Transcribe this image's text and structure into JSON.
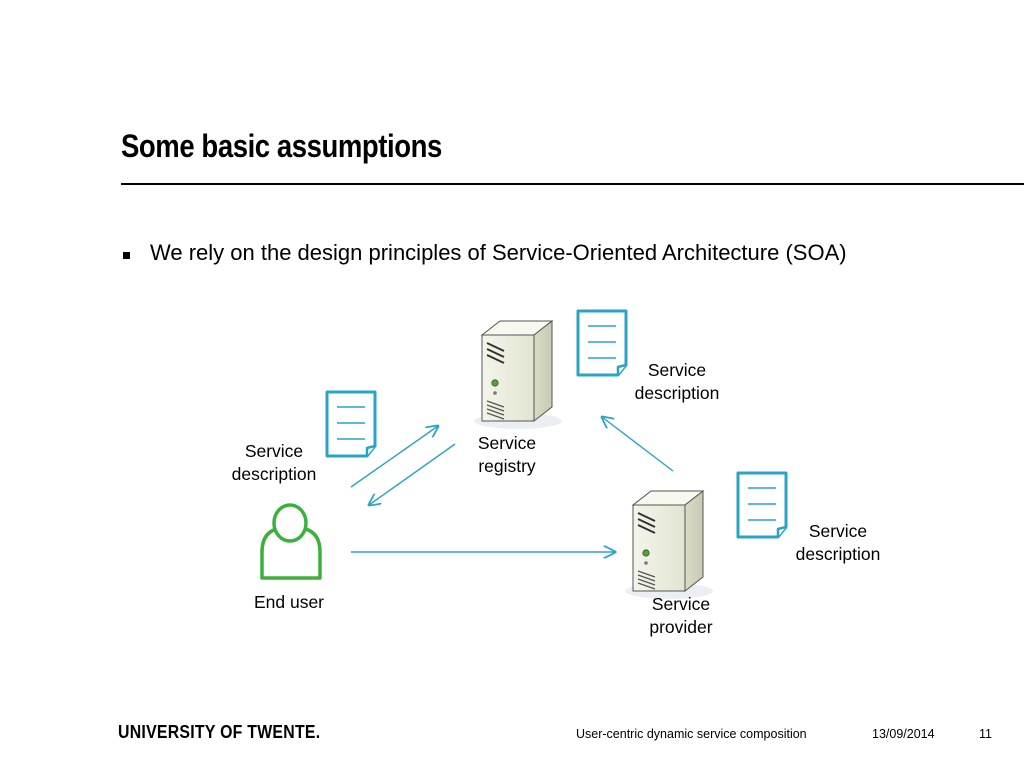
{
  "slide": {
    "title": "Some basic assumptions",
    "bullet": "We rely on the design principles of Service-Oriented Architecture (SOA)"
  },
  "diagram": {
    "registry": {
      "label_line1": "Service",
      "label_line2": "registry"
    },
    "provider": {
      "label_line1": "Service",
      "label_line2": "provider"
    },
    "end_user": {
      "label": "End user"
    },
    "registry_description": {
      "label_line1": "Service",
      "label_line2": "description"
    },
    "user_description": {
      "label_line1": "Service",
      "label_line2": "description"
    },
    "provider_description": {
      "label_line1": "Service",
      "label_line2": "description"
    },
    "colors": {
      "arrow": "#2aa3c6",
      "document": "#2aa3c6",
      "user": "#3bb03b",
      "server_body": "#eef0e2"
    }
  },
  "footer": {
    "logo": "UNIVERSITY OF TWENTE.",
    "presentation_title": "User-centric dynamic service composition",
    "date": "13/09/2014",
    "page_number": "11"
  }
}
